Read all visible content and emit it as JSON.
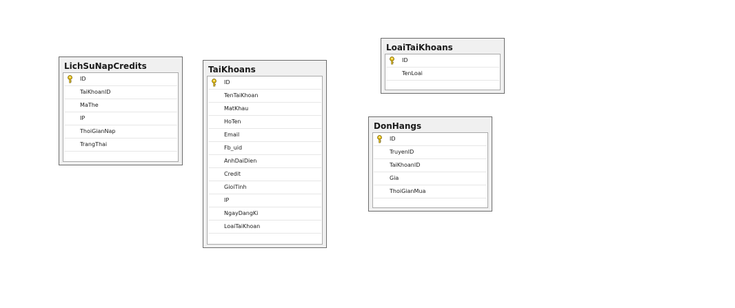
{
  "tables": [
    {
      "name": "LichSuNapCredits",
      "columns": [
        {
          "name": "ID",
          "primary_key": true
        },
        {
          "name": "TaiKhoanID",
          "primary_key": false
        },
        {
          "name": "MaThe",
          "primary_key": false
        },
        {
          "name": "IP",
          "primary_key": false
        },
        {
          "name": "ThoiGianNap",
          "primary_key": false
        },
        {
          "name": "TrangThai",
          "primary_key": false
        }
      ]
    },
    {
      "name": "TaiKhoans",
      "columns": [
        {
          "name": "ID",
          "primary_key": true
        },
        {
          "name": "TenTaiKhoan",
          "primary_key": false
        },
        {
          "name": "MatKhau",
          "primary_key": false
        },
        {
          "name": "HoTen",
          "primary_key": false
        },
        {
          "name": "Email",
          "primary_key": false
        },
        {
          "name": "Fb_uid",
          "primary_key": false
        },
        {
          "name": "AnhDaiDien",
          "primary_key": false
        },
        {
          "name": "Credit",
          "primary_key": false
        },
        {
          "name": "GioiTinh",
          "primary_key": false
        },
        {
          "name": "IP",
          "primary_key": false
        },
        {
          "name": "NgayDangKi",
          "primary_key": false
        },
        {
          "name": "LoaiTaiKhoan",
          "primary_key": false
        }
      ]
    },
    {
      "name": "LoaiTaiKhoans",
      "columns": [
        {
          "name": "ID",
          "primary_key": true
        },
        {
          "name": "TenLoai",
          "primary_key": false
        }
      ]
    },
    {
      "name": "DonHangs",
      "columns": [
        {
          "name": "ID",
          "primary_key": true
        },
        {
          "name": "TruyenID",
          "primary_key": false
        },
        {
          "name": "TaiKhoanID",
          "primary_key": false
        },
        {
          "name": "Gia",
          "primary_key": false
        },
        {
          "name": "ThoiGianMua",
          "primary_key": false
        }
      ]
    }
  ],
  "colors": {
    "key_icon": "#e8c21a",
    "key_outline": "#7a6410",
    "frame": "#f0f0f0",
    "border": "#6b6b6b"
  },
  "icons": {
    "primary_key": "key-icon"
  }
}
